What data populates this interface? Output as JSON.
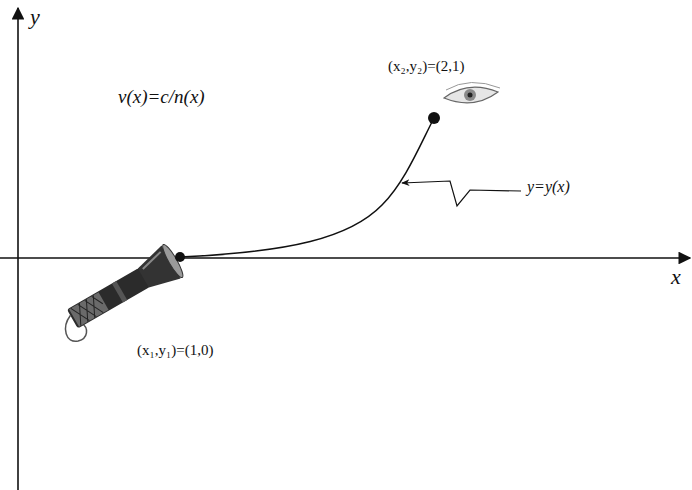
{
  "diagram": {
    "labels": [
      "y",
      "x",
      "(x₂,y₂)=(2,1)",
      "v(x)=c/n(x)",
      "y=y(x)",
      "(x₁,y₁)=(1,0)"
    ]
  }
}
